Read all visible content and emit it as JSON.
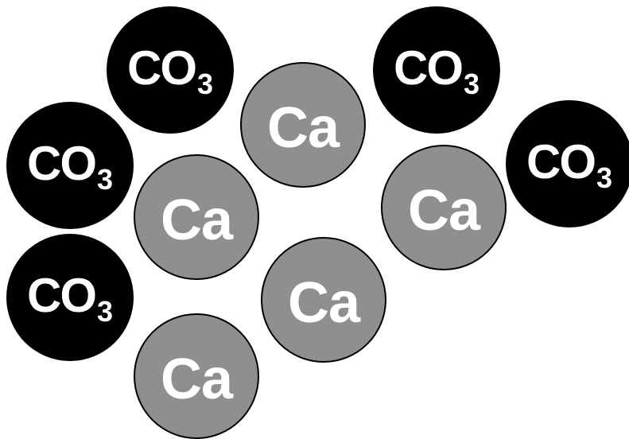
{
  "labels": {
    "carbonate_main": "CO",
    "carbonate_sub": "3",
    "calcium": "Ca"
  },
  "colors": {
    "carbonate_fill": "#000000",
    "calcium_fill": "#8f8f8f",
    "outline": "#000000",
    "text": "#ffffff",
    "background": "#ffffff"
  }
}
